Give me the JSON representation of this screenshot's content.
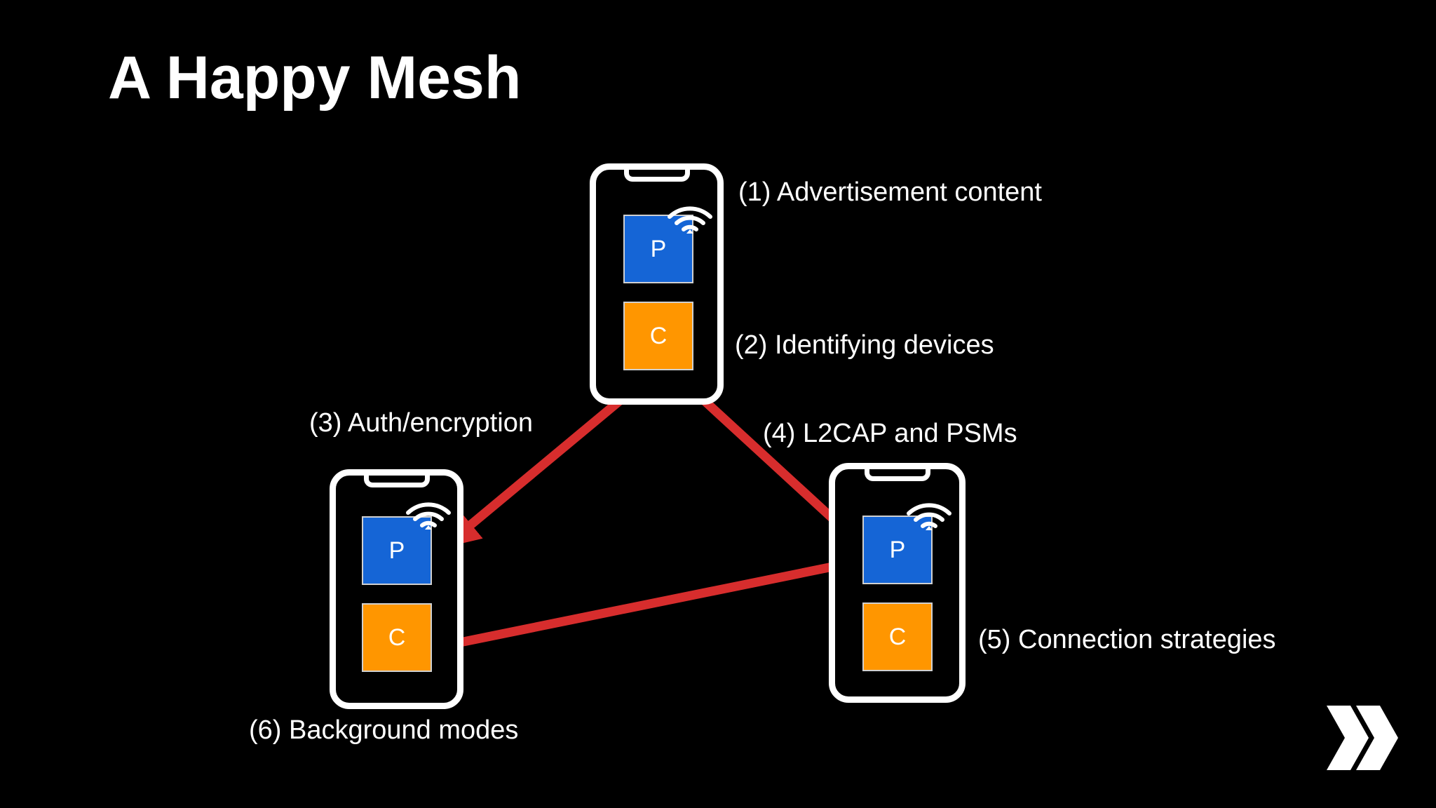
{
  "slide": {
    "title": "A Happy Mesh"
  },
  "colors": {
    "background": "#000000",
    "peripheral": "#1565d6",
    "central": "#ff9600",
    "arrow": "#d72d2d",
    "outline": "#ffffff"
  },
  "phones": {
    "top": {
      "peripheral_label": "P",
      "central_label": "C"
    },
    "left": {
      "peripheral_label": "P",
      "central_label": "C"
    },
    "right": {
      "peripheral_label": "P",
      "central_label": "C"
    }
  },
  "labels": {
    "advertisement": "(1) Advertisement content",
    "identifying": "(2) Identifying devices",
    "auth": "(3) Auth/encryption",
    "l2cap": "(4) L2CAP and PSMs",
    "connection": "(5) Connection strategies",
    "background": "(6) Background modes"
  },
  "icons": {
    "signal": "wifi-signal-icon",
    "next": "double-chevron-right-icon"
  }
}
